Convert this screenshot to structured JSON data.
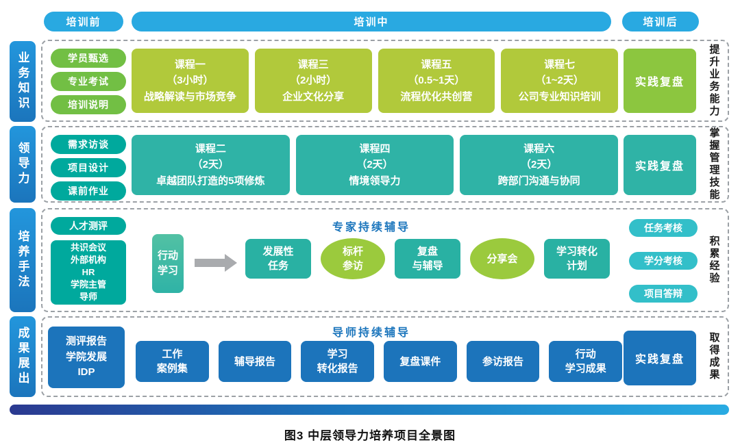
{
  "header": {
    "pre": "培训前",
    "during": "培训中",
    "post": "培训后"
  },
  "row1": {
    "side": "业务知识",
    "outcome": "提升业务能力",
    "pills": [
      "学员甄选",
      "专业考试",
      "培训说明"
    ],
    "courses": [
      {
        "title": "课程一",
        "duration": "（3小时）",
        "name": "战略解读与市场竞争"
      },
      {
        "title": "课程三",
        "duration": "（2小时）",
        "name": "企业文化分享"
      },
      {
        "title": "课程五",
        "duration": "（0.5~1天）",
        "name": "流程优化共创营"
      },
      {
        "title": "课程七",
        "duration": "（1~2天）",
        "name": "公司专业知识培训"
      }
    ],
    "review": "实践复盘"
  },
  "row2": {
    "side": "领导力",
    "outcome": "掌握管理技能",
    "pills": [
      "需求访谈",
      "项目设计",
      "课前作业"
    ],
    "courses": [
      {
        "title": "课程二",
        "duration": "（2天）",
        "name": "卓越团队打造的5项修炼"
      },
      {
        "title": "课程四",
        "duration": "（2天）",
        "name": "情境领导力"
      },
      {
        "title": "课程六",
        "duration": "（2天）",
        "name": "跨部门沟通与协同"
      }
    ],
    "review": "实践复盘"
  },
  "row3": {
    "side": "培养手法",
    "outcome": "积累经验",
    "talent_pill": "人才测评",
    "stakeholders": [
      "共识会议",
      "外部机构",
      "HR",
      "学院主管",
      "导师"
    ],
    "action_learning": [
      "行动",
      "学习"
    ],
    "coach_title": "专家持续辅导",
    "items": [
      {
        "shape": "box",
        "lines": [
          "发展性",
          "任务"
        ]
      },
      {
        "shape": "ellipse",
        "lines": [
          "标杆",
          "参访"
        ]
      },
      {
        "shape": "box",
        "lines": [
          "复盘",
          "与辅导"
        ]
      },
      {
        "shape": "ellipse",
        "lines": [
          "分享会"
        ]
      },
      {
        "shape": "box",
        "lines": [
          "学习转化",
          "计划"
        ]
      }
    ],
    "assessments": [
      "任务考核",
      "学分考核",
      "项目答辩"
    ]
  },
  "row4": {
    "side": "成果展出",
    "outcome": "取得成果",
    "left_box": [
      "测评报告",
      "学院发展",
      "IDP"
    ],
    "coach_title": "导师持续辅导",
    "outputs": [
      [
        "工作",
        "案例集"
      ],
      [
        "辅导报告"
      ],
      [
        "学习",
        "转化报告"
      ],
      [
        "复盘课件"
      ],
      [
        "参访报告"
      ],
      [
        "行动",
        "学习成果"
      ]
    ],
    "review": "实践复盘"
  },
  "caption": "图3 中层领导力培养项目全景图",
  "colors": {
    "header_blue": "#29A9E1",
    "sidebar_blue": "#1B75BC",
    "green_pill": "#72BF44",
    "lime_box": "#B1C93B",
    "green_box": "#8CC63F",
    "teal_pill": "#00A99D",
    "teal_box": "#2FB3A6",
    "ellipse_green": "#9BCA3D",
    "cyan_pill": "#33BFC9",
    "blue_box": "#1C74BB",
    "arrow_gray": "#A9ABAE",
    "title_blue": "#1B75BC",
    "bar_gradient_start": "#2B3990",
    "bar_gradient_end": "#29ABE2"
  }
}
